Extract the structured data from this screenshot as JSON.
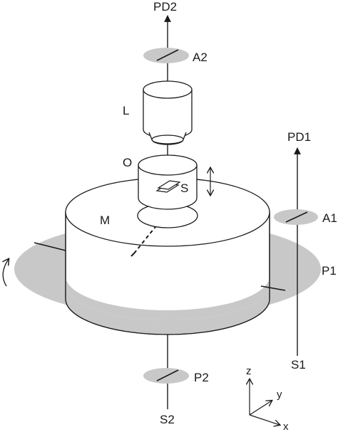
{
  "labels": {
    "pd2": "PD2",
    "a2": "A2",
    "l": "L",
    "o": "O",
    "s": "S",
    "m": "M",
    "pd1": "PD1",
    "a1": "A1",
    "p1": "P1",
    "s1": "S1",
    "p2": "P2",
    "s2": "S2"
  },
  "axes": {
    "z": "z",
    "y": "y",
    "x": "x"
  },
  "colors": {
    "stroke": "#1a1a1a",
    "disk_fill": "#c8c8c8",
    "body_fill": "#ffffff"
  }
}
